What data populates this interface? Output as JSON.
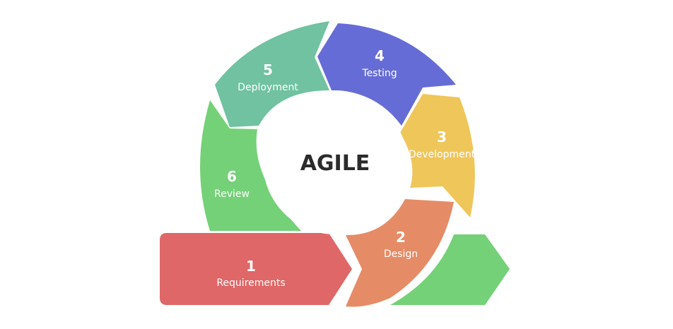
{
  "diagram": {
    "center_title": "AGILE",
    "colors": {
      "requirements": "#E06767",
      "design": "#E58C67",
      "development": "#EFC65A",
      "testing": "#666CD6",
      "deployment": "#70C2A0",
      "review": "#74D177",
      "center_text": "#2B2B2B"
    },
    "steps": [
      {
        "number": "1",
        "label": "Requirements"
      },
      {
        "number": "2",
        "label": "Design"
      },
      {
        "number": "3",
        "label": "Development"
      },
      {
        "number": "4",
        "label": "Testing"
      },
      {
        "number": "5",
        "label": "Deployment"
      },
      {
        "number": "6",
        "label": "Review"
      }
    ]
  }
}
